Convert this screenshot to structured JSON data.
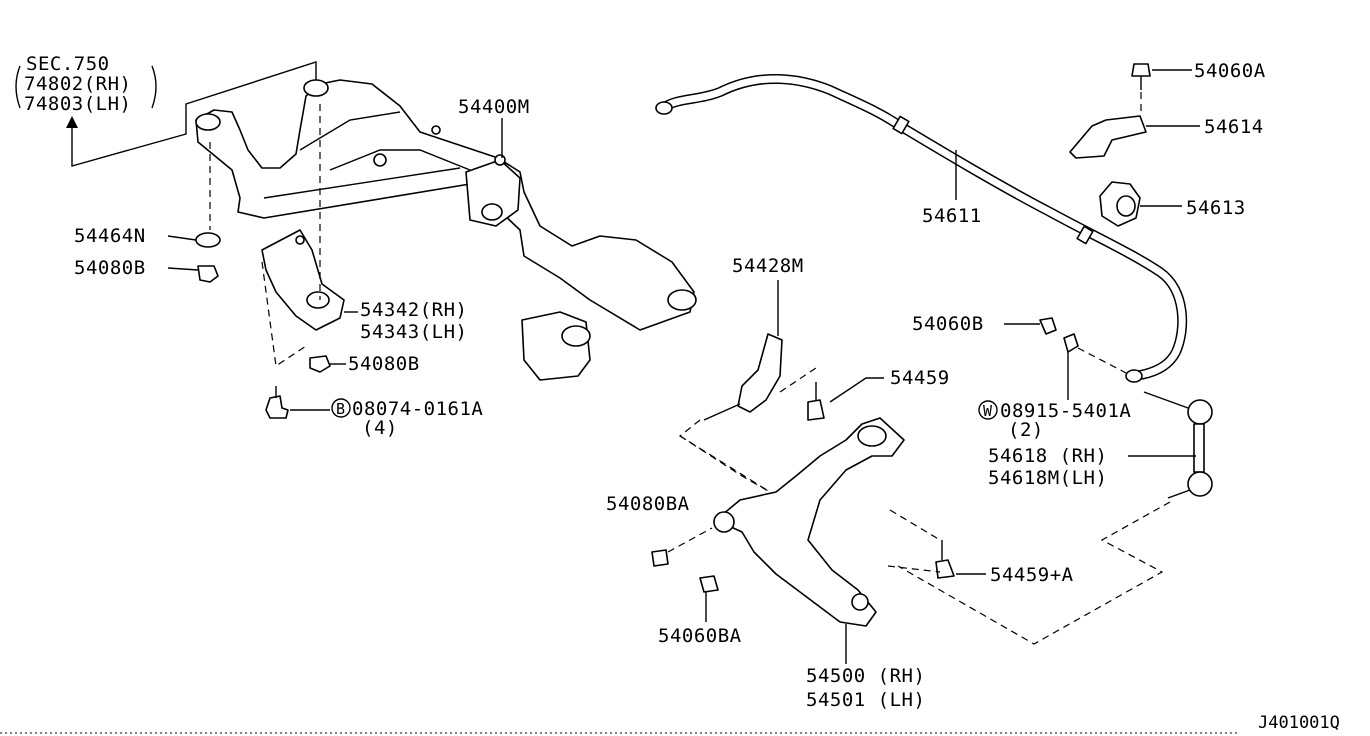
{
  "section_ref": {
    "sec": "SEC.750",
    "rh": "74802(RH)",
    "lh": "74803(LH)"
  },
  "parts": {
    "p54400M": "54400M",
    "p54464N": "54464N",
    "p54080B_a": "54080B",
    "p54342": "54342(RH)",
    "p54343": "54343(LH)",
    "p54080B_b": "54080B",
    "bolt_symbol": "B",
    "bolt_no": "08074-0161A",
    "bolt_qty": "(4)",
    "p54611": "54611",
    "p54060A": "54060A",
    "p54614": "54614",
    "p54613": "54613",
    "p54060B": "54060B",
    "washer_symbol": "W",
    "washer_no": "08915-5401A",
    "washer_qty": "(2)",
    "p54618": "54618 (RH)",
    "p54618M": "54618M(LH)",
    "p54428M": "54428M",
    "p54459": "54459",
    "p54080BA": "54080BA",
    "p54459A": "54459+A",
    "p54060BA": "54060BA",
    "p54500": "54500 (RH)",
    "p54501": "54501 (LH)"
  },
  "diagram_code": "J401001Q"
}
